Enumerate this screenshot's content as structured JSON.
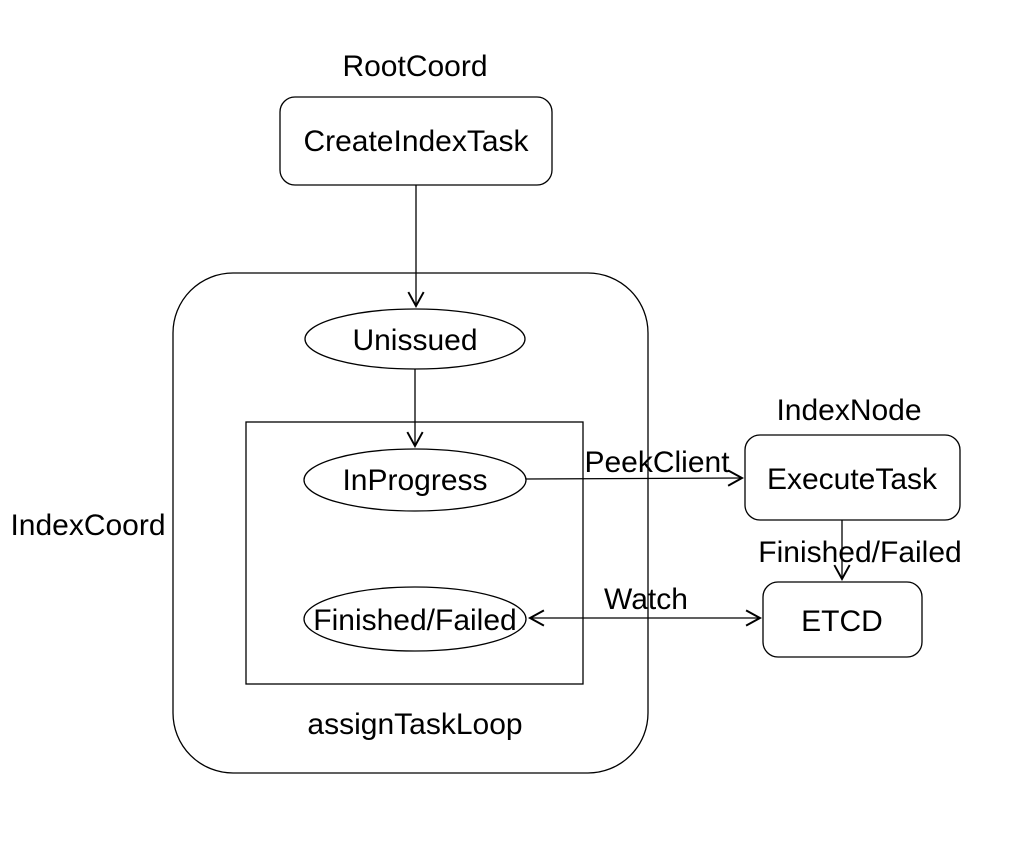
{
  "diagram": {
    "title_labels": {
      "root_coord": "RootCoord",
      "index_node": "IndexNode",
      "index_coord": "IndexCoord",
      "assign_task_loop": "assignTaskLoop"
    },
    "nodes": {
      "create_index_task": "CreateIndexTask",
      "unissued": "Unissued",
      "in_progress": "InProgress",
      "finished_failed": "Finished/Failed",
      "execute_task": "ExecuteTask",
      "etcd": "ETCD"
    },
    "edge_labels": {
      "peek_client": "PeekClient",
      "finished_failed": "Finished/Failed",
      "watch": "Watch"
    },
    "colors": {
      "stroke": "#000000",
      "text": "#000000",
      "background": "#ffffff"
    }
  }
}
